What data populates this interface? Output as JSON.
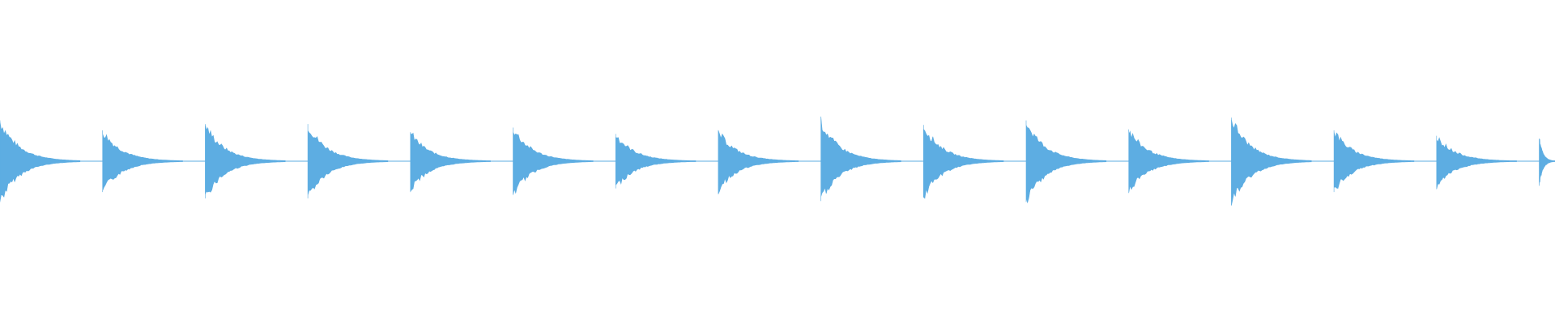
{
  "waveform": {
    "color": "#5dade2",
    "background": "#ffffff",
    "amplitude_range": [
      -1,
      1
    ],
    "hits": [
      {
        "peak": 0.45,
        "decay": 0.5
      },
      {
        "peak": 0.34,
        "decay": 0.48
      },
      {
        "peak": 0.41,
        "decay": 0.48
      },
      {
        "peak": 0.41,
        "decay": 0.5
      },
      {
        "peak": 0.32,
        "decay": 0.46
      },
      {
        "peak": 0.37,
        "decay": 0.46
      },
      {
        "peak": 0.3,
        "decay": 0.46
      },
      {
        "peak": 0.33,
        "decay": 0.46
      },
      {
        "peak": 0.44,
        "decay": 0.5
      },
      {
        "peak": 0.4,
        "decay": 0.48
      },
      {
        "peak": 0.45,
        "decay": 0.5
      },
      {
        "peak": 0.35,
        "decay": 0.5
      },
      {
        "peak": 0.48,
        "decay": 0.5
      },
      {
        "peak": 0.34,
        "decay": 0.46
      },
      {
        "peak": 0.28,
        "decay": 0.46
      },
      {
        "peak": 0.25,
        "decay": 0.5
      }
    ]
  }
}
